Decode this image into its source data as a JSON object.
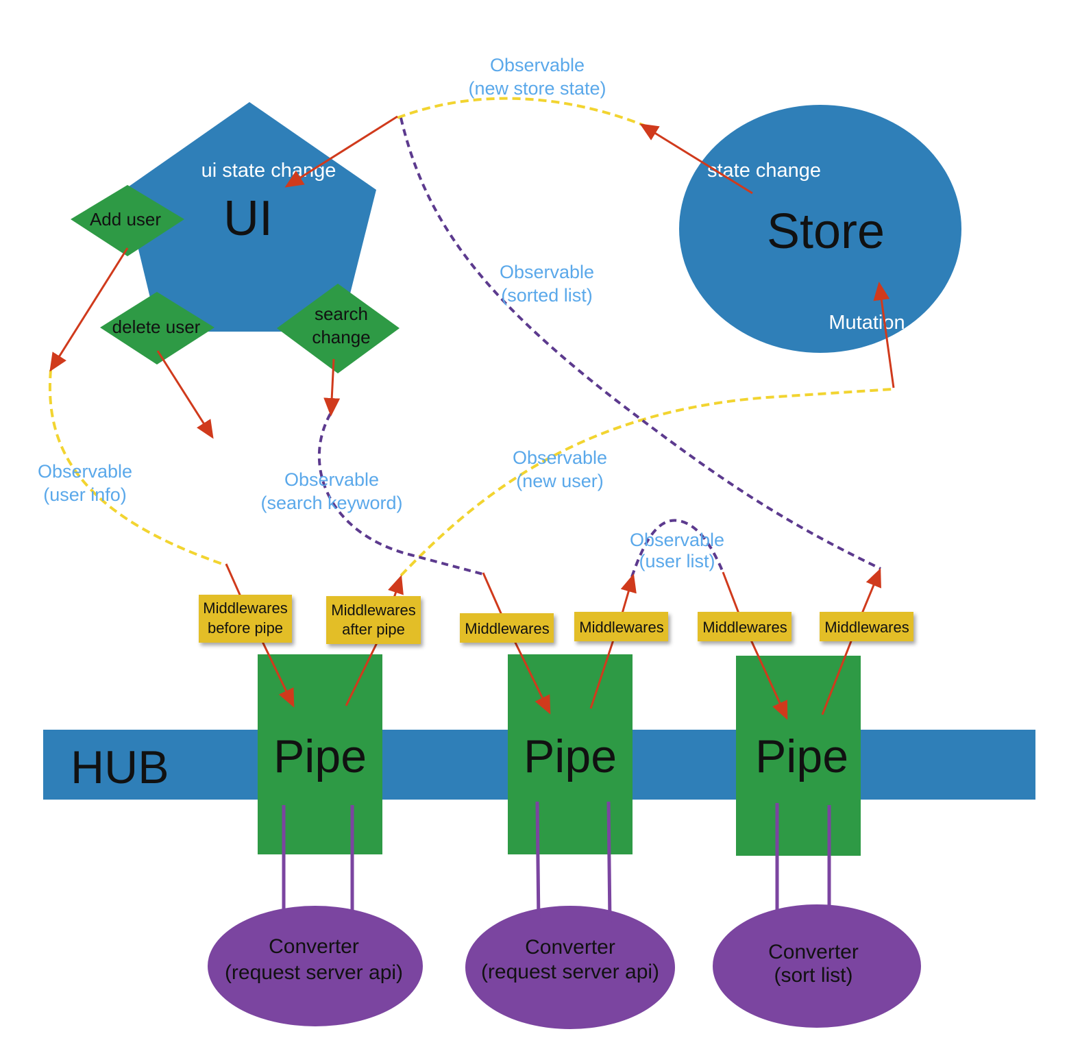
{
  "colors": {
    "blue_shape": "#2f7fb8",
    "green_shape": "#2e9a45",
    "purple_shape": "#7b45a0",
    "yellow_note": "#e3be27",
    "arrow_red": "#d03a1c",
    "dash_yellow": "#f2d430",
    "dash_purple": "#5c3a8e",
    "observable_text": "#5aa8ea"
  },
  "ui": {
    "title": "UI",
    "state_change": "ui state change",
    "actions": {
      "add_user": "Add user",
      "delete_user": "delete user",
      "search_change_line1": "search",
      "search_change_line2": "change"
    }
  },
  "store": {
    "title": "Store",
    "state_change": "state change",
    "mutation": "Mutation"
  },
  "hub": {
    "label": "HUB"
  },
  "observables": {
    "new_store_state": {
      "line1": "Observable",
      "line2": "(new store state)"
    },
    "sorted_list": {
      "line1": "Observable",
      "line2": "(sorted list)"
    },
    "user_info": {
      "line1": "Observable",
      "line2": "(user info)"
    },
    "search_keyword": {
      "line1": "Observable",
      "line2": "(search keyword)"
    },
    "new_user": {
      "line1": "Observable",
      "line2": "(new user)"
    },
    "user_list": {
      "line1": "Observable",
      "line2": "(user list)"
    }
  },
  "middlewares": {
    "m1_line1": "Middlewares",
    "m1_line2": "before pipe",
    "m2_line1": "Middlewares",
    "m2_line2": "after pipe",
    "m3": "Middlewares",
    "m4": "Middlewares",
    "m5": "Middlewares",
    "m6": "Middlewares"
  },
  "pipes": {
    "p1": "Pipe",
    "p2": "Pipe",
    "p3": "Pipe"
  },
  "converters": {
    "c1_line1": "Converter",
    "c1_line2": "(request server api)",
    "c2_line1": "Converter",
    "c2_line2": "(request server api)",
    "c3_line1": "Converter",
    "c3_line2": "(sort list)"
  }
}
